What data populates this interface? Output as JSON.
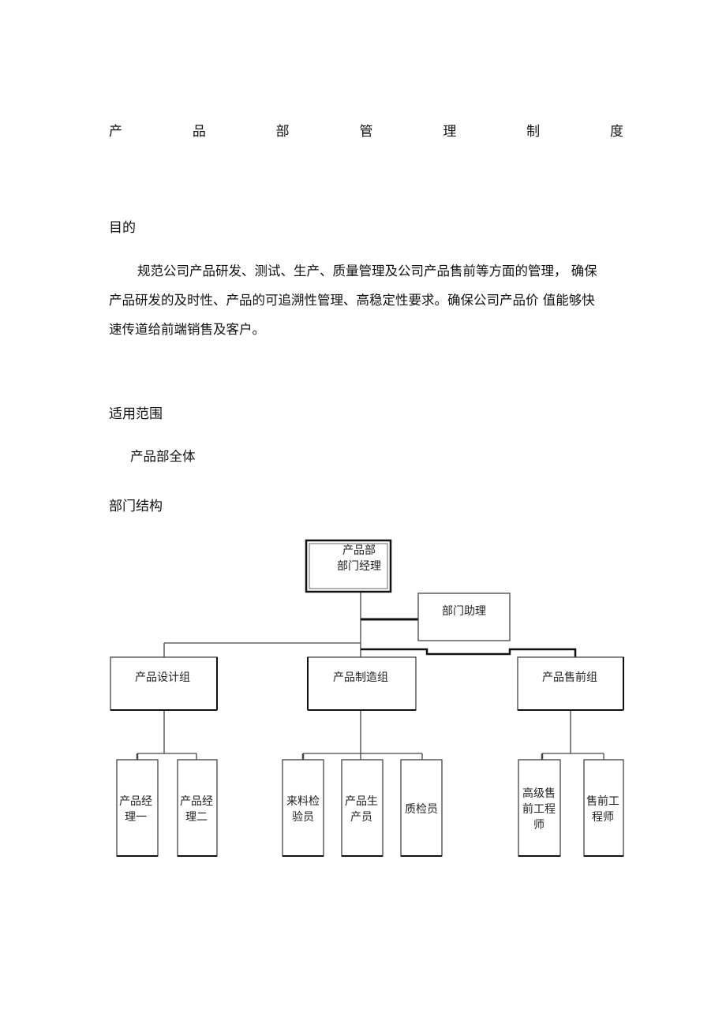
{
  "title_chars": [
    "产",
    "品",
    "部",
    "管",
    "理",
    "制",
    "度"
  ],
  "sections": {
    "purpose": {
      "heading": "目的",
      "lines": [
        "规范公司产品研发、测试、生产、质量管理及公司产品售前等方面的管理， 确保",
        "产品研发的及时性、产品的可追溯性管理、高稳定性要求。确保公司产品价 值能够快",
        "速传道给前端销售及客户。"
      ]
    },
    "scope": {
      "heading": "适用范围",
      "text": "产品部全体"
    },
    "structure": {
      "heading": "部门结构"
    }
  },
  "org_chart": {
    "manager": [
      "产品部",
      "部门经理"
    ],
    "assistant": "部门助理",
    "groups": [
      "产品设计组",
      "产品制造组",
      "产品售前组"
    ],
    "members": [
      [
        "产品经",
        "理一"
      ],
      [
        "产品经",
        "理二"
      ],
      [
        "来料检",
        "验员"
      ],
      [
        "产品生",
        "产员"
      ],
      [
        "质检员"
      ],
      [
        "高级售",
        "前工程",
        "师"
      ],
      [
        "售前工",
        "程师"
      ]
    ]
  }
}
